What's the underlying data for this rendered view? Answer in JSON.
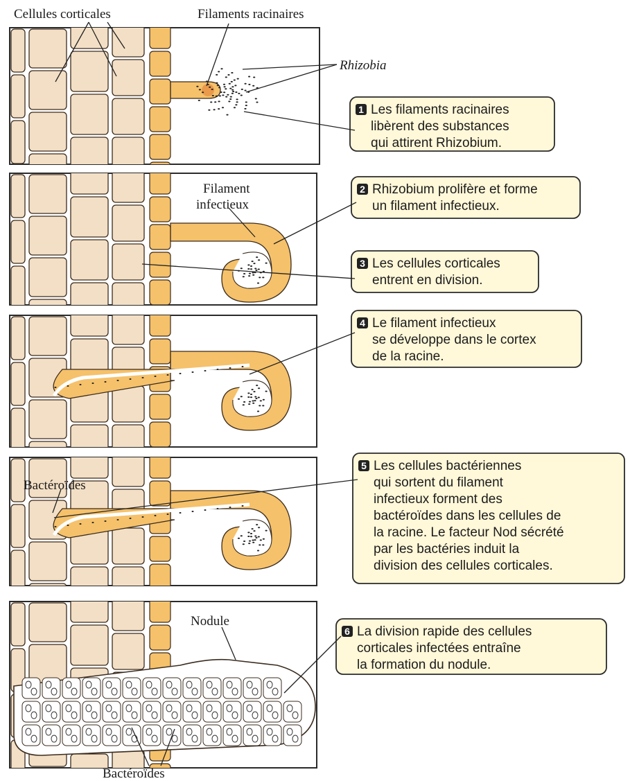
{
  "colors": {
    "cell_fill": "#f3dfc5",
    "cell_stroke": "#3a2b1e",
    "hair_fill": "#f5c16a",
    "callout_fill": "#fff8d9",
    "callout_stroke": "#2a2a2a",
    "nodule_fill": "#ffffff"
  },
  "labels": {
    "cellules_corticales": "Cellules corticales",
    "filaments_racinaires": "Filaments racinaires",
    "rhizobia": "Rhizobia",
    "filament_infectieux_1": "Filament",
    "filament_infectieux_2": "infectieux",
    "bacteroides_panel5": "Bactéroïdes",
    "nodule": "Nodule",
    "bacteroides_bottom": "Bactéroïdes"
  },
  "callouts": [
    {
      "number": "1",
      "lines": [
        "Les filaments racinaires",
        "libèrent des substances",
        "qui attirent Rhizobium."
      ]
    },
    {
      "number": "2",
      "lines": [
        "Rhizobium prolifère et forme",
        "un filament infectieux."
      ]
    },
    {
      "number": "3",
      "lines": [
        "Les cellules corticales",
        "entrent en division."
      ]
    },
    {
      "number": "4",
      "lines": [
        "Le filament infectieux",
        "se développe dans le cortex",
        "de la racine."
      ]
    },
    {
      "number": "5",
      "lines": [
        "Les cellules bactériennes",
        "qui sortent du filament",
        "infectieux forment des",
        "bactéroïdes dans les cellules de",
        "la racine. Le facteur Nod sécrété",
        "par les bactéries induit la",
        "division des cellules corticales."
      ]
    },
    {
      "number": "6",
      "lines": [
        "La division rapide des cellules",
        "corticales infectées entraîne",
        "la formation du nodule."
      ]
    }
  ]
}
